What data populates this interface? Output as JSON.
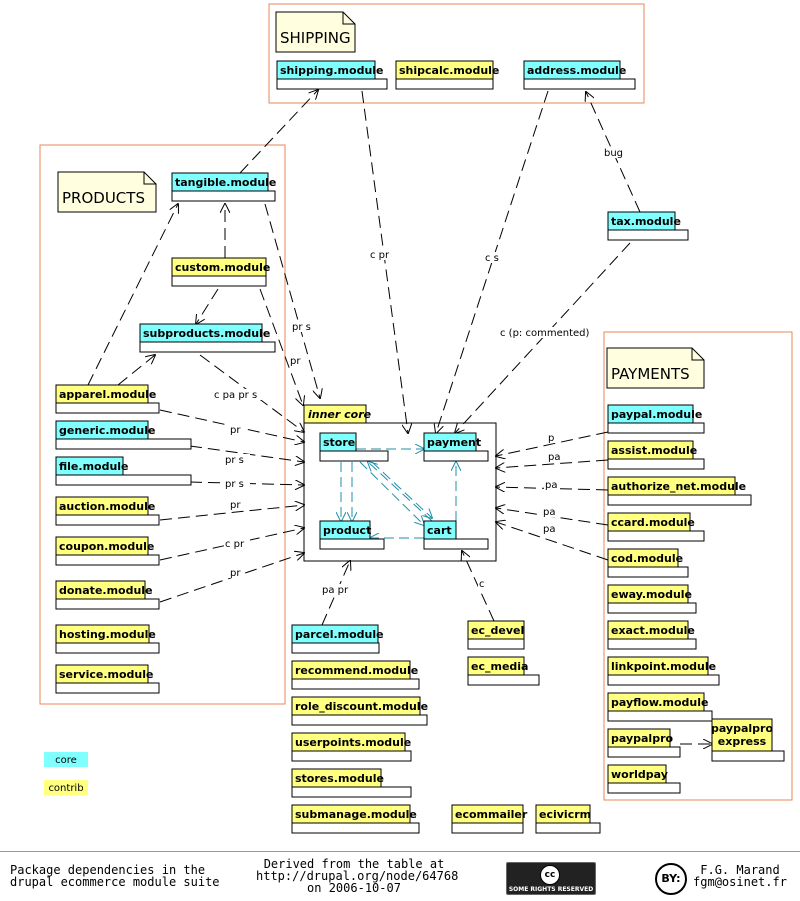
{
  "notes": [
    {
      "id": "shipping",
      "label": "SHIPPING"
    },
    {
      "id": "products",
      "label": "PRODUCTS"
    },
    {
      "id": "payments",
      "label": "PAYMENTS"
    }
  ],
  "inner_core": {
    "label": "inner core"
  },
  "modules": [
    {
      "id": "shipping_module",
      "label": "shipping.module",
      "kind": "core"
    },
    {
      "id": "shipcalc",
      "label": "shipcalc.module",
      "kind": "contrib"
    },
    {
      "id": "address",
      "label": "address.module",
      "kind": "core"
    },
    {
      "id": "tangible",
      "label": "tangible.module",
      "kind": "core"
    },
    {
      "id": "custom",
      "label": "custom.module",
      "kind": "contrib"
    },
    {
      "id": "subproducts",
      "label": "subproducts.module",
      "kind": "core"
    },
    {
      "id": "tax",
      "label": "tax.module",
      "kind": "core"
    },
    {
      "id": "apparel",
      "label": "apparel.module",
      "kind": "contrib"
    },
    {
      "id": "generic",
      "label": "generic.module",
      "kind": "core"
    },
    {
      "id": "file",
      "label": "file.module",
      "kind": "core"
    },
    {
      "id": "auction",
      "label": "auction.module",
      "kind": "contrib"
    },
    {
      "id": "coupon",
      "label": "coupon.module",
      "kind": "contrib"
    },
    {
      "id": "donate",
      "label": "donate.module",
      "kind": "contrib"
    },
    {
      "id": "hosting",
      "label": "hosting.module",
      "kind": "contrib"
    },
    {
      "id": "service",
      "label": "service.module",
      "kind": "contrib"
    },
    {
      "id": "store",
      "label": "store",
      "kind": "core"
    },
    {
      "id": "payment",
      "label": "payment",
      "kind": "core"
    },
    {
      "id": "product",
      "label": "product",
      "kind": "core"
    },
    {
      "id": "cart",
      "label": "cart",
      "kind": "core"
    },
    {
      "id": "parcel",
      "label": "parcel.module",
      "kind": "core"
    },
    {
      "id": "recommend",
      "label": "recommend.module",
      "kind": "contrib"
    },
    {
      "id": "role_discount",
      "label": "role_discount.module",
      "kind": "contrib"
    },
    {
      "id": "userpoints",
      "label": "userpoints.module",
      "kind": "contrib"
    },
    {
      "id": "stores",
      "label": "stores.module",
      "kind": "contrib"
    },
    {
      "id": "submanage",
      "label": "submanage.module",
      "kind": "contrib"
    },
    {
      "id": "ecommailer",
      "label": "ecommailer",
      "kind": "contrib"
    },
    {
      "id": "ecivicrm",
      "label": "ecivicrm",
      "kind": "contrib"
    },
    {
      "id": "ec_devel",
      "label": "ec_devel",
      "kind": "contrib"
    },
    {
      "id": "ec_media",
      "label": "ec_media",
      "kind": "contrib"
    },
    {
      "id": "paypal",
      "label": "paypal.module",
      "kind": "core"
    },
    {
      "id": "assist",
      "label": "assist.module",
      "kind": "contrib"
    },
    {
      "id": "authorize_net",
      "label": "authorize_net.module",
      "kind": "contrib"
    },
    {
      "id": "ccard",
      "label": "ccard.module",
      "kind": "contrib"
    },
    {
      "id": "cod",
      "label": "cod.module",
      "kind": "contrib"
    },
    {
      "id": "eway",
      "label": "eway.module",
      "kind": "contrib"
    },
    {
      "id": "exact",
      "label": "exact.module",
      "kind": "contrib"
    },
    {
      "id": "linkpoint",
      "label": "linkpoint.module",
      "kind": "contrib"
    },
    {
      "id": "payflow",
      "label": "payflow.module",
      "kind": "contrib"
    },
    {
      "id": "paypalpro",
      "label": "paypalpro",
      "kind": "contrib"
    },
    {
      "id": "paypalpro_express",
      "label": "paypalpro\nexpress",
      "kind": "contrib"
    },
    {
      "id": "worldpay",
      "label": "worldpay",
      "kind": "contrib"
    }
  ],
  "edges": [
    {
      "id": "tangible-shipping",
      "label": ""
    },
    {
      "id": "shipping-payment",
      "label": "c pr"
    },
    {
      "id": "address-payment",
      "label": "c s"
    },
    {
      "id": "tax-address",
      "label": "bug"
    },
    {
      "id": "tax-payment",
      "label": "c (p: commented)"
    },
    {
      "id": "custom-tangible",
      "label": ""
    },
    {
      "id": "custom-subproducts",
      "label": ""
    },
    {
      "id": "apparel-tangible",
      "label": ""
    },
    {
      "id": "apparel-subproducts",
      "label": ""
    },
    {
      "id": "tangible-core",
      "label": "pr s"
    },
    {
      "id": "custom-core",
      "label": "pr"
    },
    {
      "id": "subproducts-core",
      "label": "c pa pr s"
    },
    {
      "id": "apparel-core",
      "label": "pr"
    },
    {
      "id": "generic-core",
      "label": "pr s"
    },
    {
      "id": "file-core",
      "label": "pr s"
    },
    {
      "id": "auction-core",
      "label": "pr"
    },
    {
      "id": "coupon-core",
      "label": "c pr"
    },
    {
      "id": "donate-core",
      "label": "pr"
    },
    {
      "id": "parcel-core",
      "label": "pa pr"
    },
    {
      "id": "ecdevel-cart",
      "label": "c"
    },
    {
      "id": "paypal-core",
      "label": "p"
    },
    {
      "id": "assist-core",
      "label": "pa"
    },
    {
      "id": "authorize-core",
      "label": "pa"
    },
    {
      "id": "ccard-core",
      "label": "pa"
    },
    {
      "id": "cod-core",
      "label": "pa"
    },
    {
      "id": "paypalpro-express",
      "label": ""
    }
  ],
  "legend": [
    {
      "label": "core",
      "kind": "core"
    },
    {
      "label": "contrib",
      "kind": "contrib"
    }
  ],
  "colors": {
    "core": "#80ffff",
    "contrib": "#ffff80",
    "note": "#ffffe0",
    "group_border": "#e8875a",
    "inner_edge": "#1f8fa8"
  },
  "footer": {
    "left": "Package dependencies in the\ndrupal ecommerce module suite",
    "center": "Derived from the table at\nhttp://drupal.org/node/64768\non 2006-10-07",
    "right": "F.G. Marand\nfgm@osinet.fr",
    "cc_symbol": "cc",
    "cc_text": "SOME RIGHTS RESERVED",
    "by_symbol": "BY:"
  }
}
